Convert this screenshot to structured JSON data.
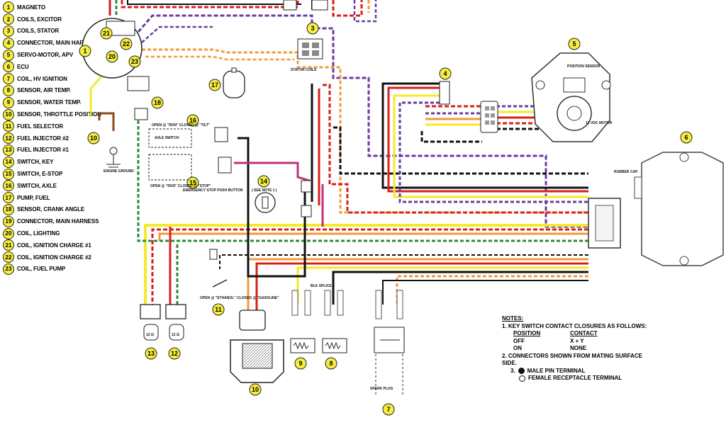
{
  "legend": [
    {
      "num": "1",
      "label": "MAGNETO"
    },
    {
      "num": "2",
      "label": "COILS, EXCITOR"
    },
    {
      "num": "3",
      "label": "COILS, STATOR"
    },
    {
      "num": "4",
      "label": "CONNECTOR, MAIN HARNESS"
    },
    {
      "num": "5",
      "label": "SERVO-MOTOR, APV"
    },
    {
      "num": "6",
      "label": "ECU"
    },
    {
      "num": "7",
      "label": "COIL, HV IGNITION"
    },
    {
      "num": "8",
      "label": "SENSOR, AIR TEMP."
    },
    {
      "num": "9",
      "label": "SENSOR, WATER TEMP."
    },
    {
      "num": "10",
      "label": "SENSOR, THROTTLE  POSITION"
    },
    {
      "num": "11",
      "label": "FUEL SELECTOR"
    },
    {
      "num": "12",
      "label": "FUEL INJECTOR #2"
    },
    {
      "num": "13",
      "label": "FUEL INJECTOR #1"
    },
    {
      "num": "14",
      "label": "SWITCH, KEY"
    },
    {
      "num": "15",
      "label": "SWITCH, E-STOP"
    },
    {
      "num": "16",
      "label": "SWITCH, AXLE"
    },
    {
      "num": "17",
      "label": "PUMP, FUEL"
    },
    {
      "num": "18",
      "label": "SENSOR, CRANK ANGLE"
    },
    {
      "num": "19",
      "label": "CONNECTOR, MAIN HARNESS"
    },
    {
      "num": "20",
      "label": "COIL, LIGHTING"
    },
    {
      "num": "21",
      "label": "COIL, IGNITION CHARGE #1"
    },
    {
      "num": "22",
      "label": "COIL, IGNITION CHARGE #2"
    },
    {
      "num": "23",
      "label": "COIL, FUEL PUMP"
    }
  ],
  "callouts": {
    "c1": "1",
    "c3": "3",
    "c4": "4",
    "c5": "5",
    "c6": "6",
    "c7": "7",
    "c8": "8",
    "c9": "9",
    "c10a": "10",
    "c10b": "10",
    "c11": "11",
    "c12": "12",
    "c13": "13",
    "c14": "14",
    "c15": "15",
    "c16": "16",
    "c17": "17",
    "c18": "18",
    "c20": "20",
    "c21": "21",
    "c22": "22",
    "c23": "23"
  },
  "labels": {
    "engine_ground": "ENGINE GROUND",
    "stator_coils": "STATOR COILS",
    "position_sensor": "POSITION SENSOR",
    "servo_motor": "12 VDC MOTOR",
    "rubber_cap": "RUBBER CAP",
    "axle_switch": "AXLE SWITCH",
    "open_run": "OPEN @ \"RUN\" CLOSED @ \"TILT\"",
    "open_stop": "OPEN @ \"RUN\" CLOSED @ \"STOP\"",
    "estop_button": "EMERGENCY STOP PUSH BUTTON",
    "see_note": "( SEE NOTE 1 )",
    "fuel_select_note": "OPEN @ \"ETHANOL\" CLOSED @ \"GASOLINE\"",
    "blk_splice": "BLK SPLICE",
    "spark_plug": "SPARK PLUG",
    "inj1_res": "12 Ω",
    "inj2_res": "12 Ω"
  },
  "notes": {
    "title": "NOTES:",
    "n1": "1.  KEY SWITCH CONTACT CLOSURES AS FOLLOWS:",
    "col_position": "POSITION",
    "col_contact": "CONTACT",
    "off": "OFF",
    "off_contact": "X + Y",
    "on": "ON",
    "on_contact": "NONE",
    "n2": "2.  CONNECTORS SHOWN FROM MATING SURFACE SIDE.",
    "n3": "3.",
    "male": "MALE PIN TERMINAL",
    "female": "FEMALE RECEPTACLE TERMINAL"
  },
  "colors": {
    "callout_fill": "#f4ee3c",
    "wire_red": "#d6201c",
    "wire_yellow": "#f4ea2a",
    "wire_orange": "#f39a3a",
    "wire_purple": "#6b3aa0",
    "wire_green": "#2f8a3a",
    "wire_black": "#111111",
    "wire_pink": "#c0307a",
    "wire_brown": "#8a4a22"
  }
}
